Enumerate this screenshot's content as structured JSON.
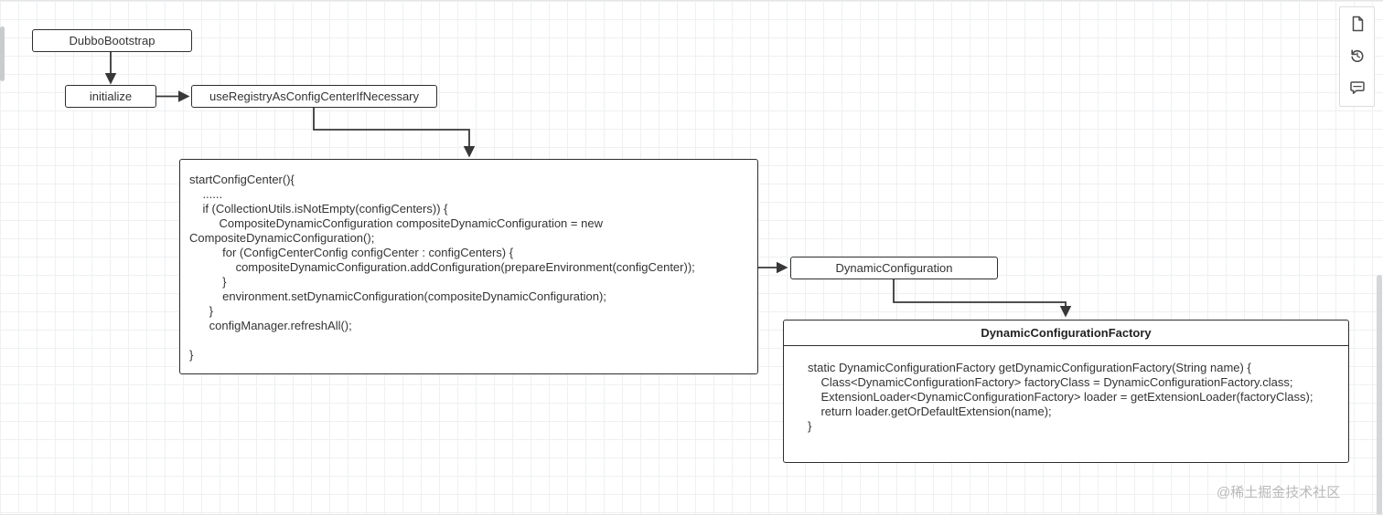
{
  "diagram": {
    "nodes": {
      "dubbo_bootstrap": {
        "label": "DubboBootstrap"
      },
      "initialize": {
        "label": "initialize"
      },
      "use_registry": {
        "label": "useRegistryAsConfigCenterIfNecessary"
      },
      "start_config_center": {
        "code": "startConfigCenter(){\n    ......\n    if (CollectionUtils.isNotEmpty(configCenters)) {\n         CompositeDynamicConfiguration compositeDynamicConfiguration = new\nCompositeDynamicConfiguration();\n          for (ConfigCenterConfig configCenter : configCenters) {\n              compositeDynamicConfiguration.addConfiguration(prepareEnvironment(configCenter));\n          }\n          environment.setDynamicConfiguration(compositeDynamicConfiguration);\n      }\n      configManager.refreshAll();\n\n}"
      },
      "dynamic_configuration": {
        "label": "DynamicConfiguration"
      },
      "dynamic_configuration_factory": {
        "title": "DynamicConfigurationFactory",
        "code": "static DynamicConfigurationFactory getDynamicConfigurationFactory(String name) {\n    Class<DynamicConfigurationFactory> factoryClass = DynamicConfigurationFactory.class;\n    ExtensionLoader<DynamicConfigurationFactory> loader = getExtensionLoader(factoryClass);\n    return loader.getOrDefaultExtension(name);\n}"
      }
    }
  },
  "toolbar": {
    "icons": [
      {
        "name": "document-icon"
      },
      {
        "name": "history-icon"
      },
      {
        "name": "comment-icon"
      }
    ]
  },
  "watermark": "@稀土掘金技术社区",
  "colors": {
    "node_border": "#2e2e2e",
    "text": "#333333",
    "arrow": "#383838",
    "grid": "#eef0f1",
    "watermark": "#b9b9b9",
    "icon": "#4a4a4a"
  }
}
